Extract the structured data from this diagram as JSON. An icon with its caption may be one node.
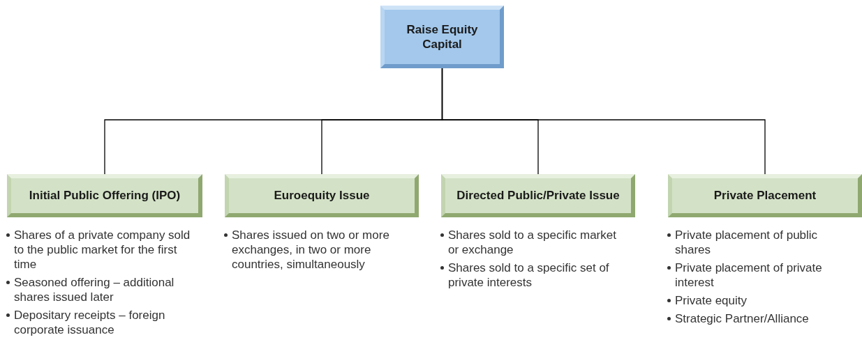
{
  "diagram": {
    "nodes": [
      {
        "text": [
          "Raise Equity Capital"
        ]
      },
      {
        "text": [
          "Initial Public Offering (IPO)"
        ],
        "beside": [
          "Shares of a private company sold to the public market for the first time",
          "Seasoned offering – additional shares issued later",
          "Depositary receipts – foreign corporate issuance"
        ]
      },
      {
        "text": [
          "Euroequity Issue"
        ],
        "beside": [
          "Shares issued on two or more exchanges, in two or more countries, simultaneously"
        ]
      },
      {
        "text": [
          "Directed Public/Private Issue"
        ],
        "beside": [
          "Shares sold to a specific market or exchange",
          "Shares sold to a specific set of private interests"
        ]
      },
      {
        "text": [
          "Private Placement"
        ],
        "beside": [
          "Private placement of public shares",
          "Private placement of private interest",
          "Private equity",
          "Strategic Partner/Alliance"
        ]
      }
    ],
    "edges": [
      {
        "from": 0,
        "to": 1,
        "arrow": "none"
      },
      {
        "from": 0,
        "to": 2,
        "arrow": "none"
      },
      {
        "from": 0,
        "to": 3,
        "arrow": "none"
      },
      {
        "from": 0,
        "to": 4,
        "arrow": "none"
      }
    ]
  }
}
